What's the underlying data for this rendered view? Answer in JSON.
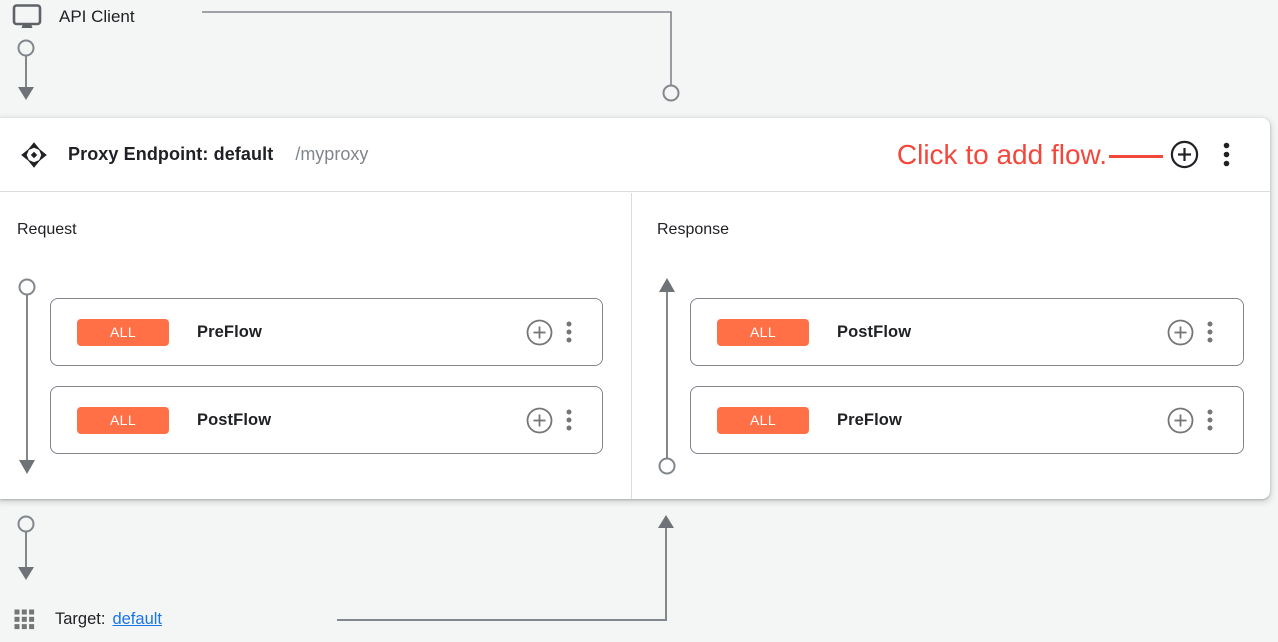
{
  "colors": {
    "accent_red": "#f4473c",
    "badge_orange": "#ff7047",
    "link_blue": "#1a73e8",
    "connector_gray": "#82878c",
    "text_dark": "#202124",
    "text_gray": "#80868b"
  },
  "api_client": {
    "label": "API Client",
    "icon": "monitor-icon"
  },
  "proxy_endpoint": {
    "icon": "endpoint-icon",
    "title": "Proxy Endpoint: default",
    "path": "/myproxy",
    "annotation": "Click to add flow.",
    "add_flow_icon": "plus-circle-icon",
    "menu_icon": "kebab-menu-icon",
    "request": {
      "label": "Request",
      "flows": [
        {
          "condition": "ALL",
          "name": "PreFlow"
        },
        {
          "condition": "ALL",
          "name": "PostFlow"
        }
      ]
    },
    "response": {
      "label": "Response",
      "flows": [
        {
          "condition": "ALL",
          "name": "PostFlow"
        },
        {
          "condition": "ALL",
          "name": "PreFlow"
        }
      ]
    }
  },
  "target": {
    "label": "Target:",
    "link": "default",
    "icon": "grid-icon"
  }
}
